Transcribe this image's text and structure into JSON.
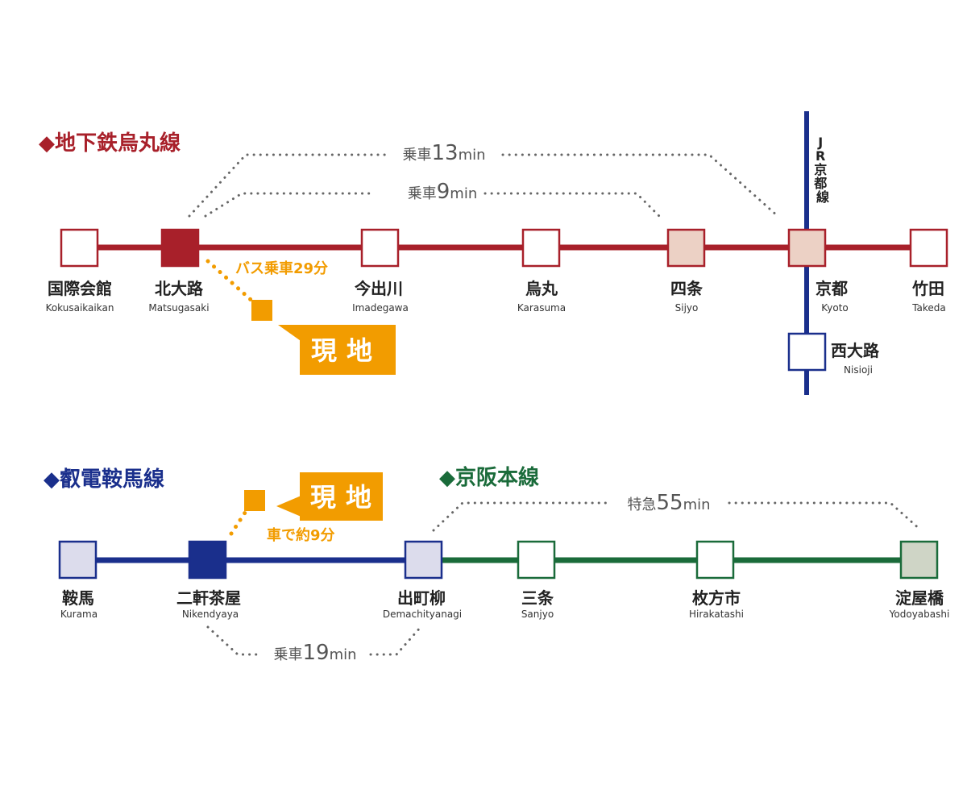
{
  "colors": {
    "karasuma": "#a8202a",
    "eiden": "#1a2f8c",
    "keihan": "#1a6b3a",
    "jr": "#1a2f8c",
    "orange": "#f29c00",
    "station_fill_white": "#ffffff",
    "station_fill_pink": "#ecd1c5",
    "station_fill_lavender": "#dcdcec",
    "station_fill_sage": "#cfd5c6",
    "dots": "#666666"
  },
  "karasuma_line": {
    "title": "◆地下鉄烏丸線",
    "stations": [
      {
        "jp": "国際会館",
        "en": "Kokusaikaikan"
      },
      {
        "jp": "北大路",
        "en": "Matsugasaki"
      },
      {
        "jp": "今出川",
        "en": "Imadegawa"
      },
      {
        "jp": "烏丸",
        "en": "Karasuma"
      },
      {
        "jp": "四条",
        "en": "Sijyo"
      },
      {
        "jp": "京都",
        "en": "Kyoto"
      },
      {
        "jp": "竹田",
        "en": "Takeda"
      }
    ],
    "ride_long": {
      "prefix": "乗車",
      "num": "13",
      "unit": "min"
    },
    "ride_short": {
      "prefix": "乗車",
      "num": "9",
      "unit": "min"
    },
    "bus_note": "バス乗車29分",
    "site_label": "現地"
  },
  "jr_line": {
    "label_chars": [
      "J",
      "R",
      "京",
      "都",
      "線"
    ],
    "station": {
      "jp": "西大路",
      "en": "Nisioji"
    }
  },
  "eiden_line": {
    "title": "◆叡電鞍馬線",
    "stations": [
      {
        "jp": "鞍馬",
        "en": "Kurama"
      },
      {
        "jp": "二軒茶屋",
        "en": "Nikendyaya"
      },
      {
        "jp": "出町柳",
        "en": "Demachityanagi"
      }
    ],
    "ride": {
      "prefix": "乗車",
      "num": "19",
      "unit": "min"
    },
    "car_note": "車で約9分",
    "site_label": "現地"
  },
  "keihan_line": {
    "title": "◆京阪本線",
    "stations": [
      {
        "jp": "三条",
        "en": "Sanjyo"
      },
      {
        "jp": "枚方市",
        "en": "Hirakatashi"
      },
      {
        "jp": "淀屋橋",
        "en": "Yodoyabashi"
      }
    ],
    "ride": {
      "prefix": "特急",
      "num": "55",
      "unit": "min"
    }
  }
}
